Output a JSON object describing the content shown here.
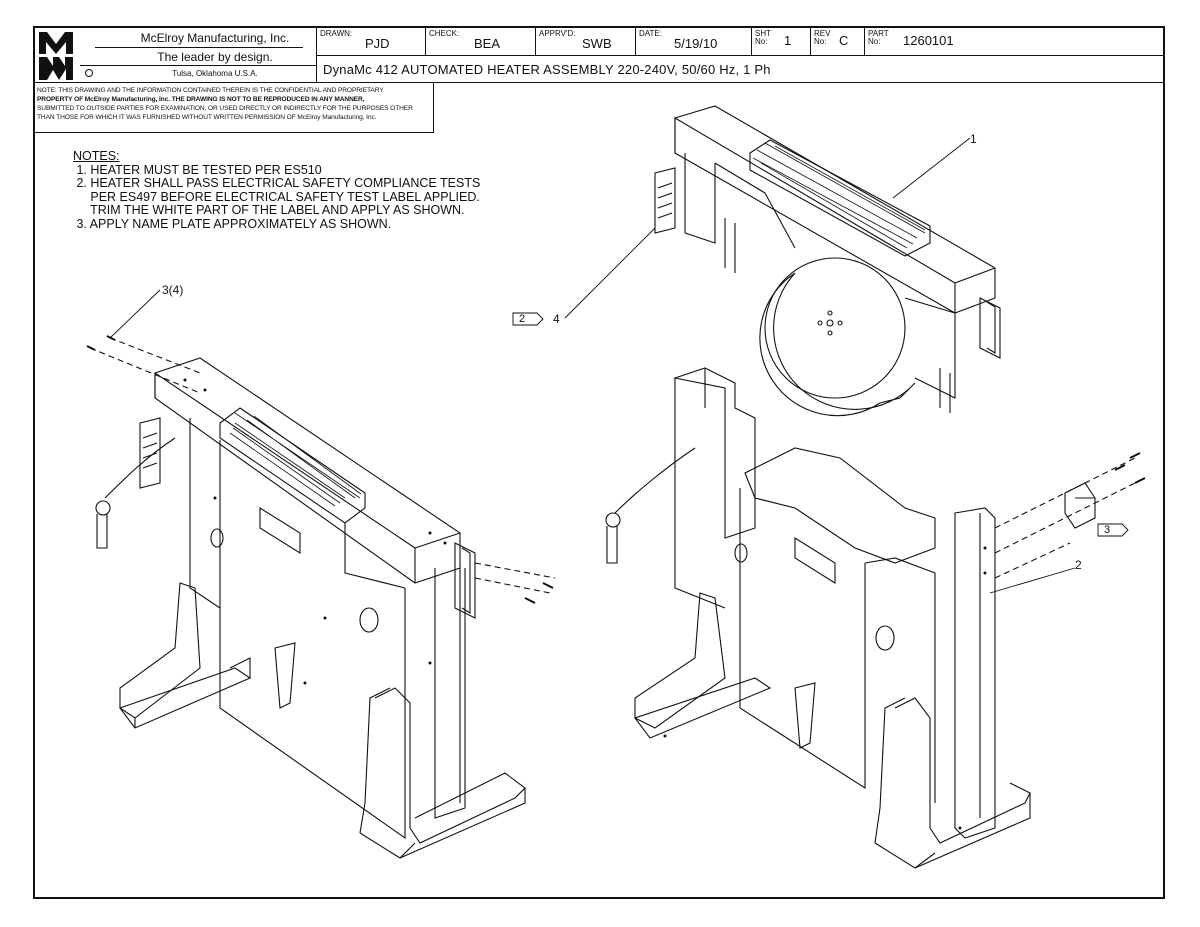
{
  "title_block": {
    "logo_text": "MMI",
    "company": "McElroy Manufacturing, Inc.",
    "tagline": "The leader by design.",
    "location": "Tulsa, Oklahoma U.S.A.",
    "drawn_label": "DRAWN:",
    "drawn_value": "PJD",
    "check_label": "CHECK:",
    "check_value": "BEA",
    "apprvd_label": "APPRV'D:",
    "apprvd_value": "SWB",
    "date_label": "DATE:",
    "date_value": "5/19/10",
    "sht_label_1": "SHT",
    "sht_label_2": "No:",
    "sht_value": "1",
    "rev_label_1": "REV",
    "rev_label_2": "No:",
    "rev_value": "C",
    "part_label_1": "PART",
    "part_label_2": "No:",
    "part_value": "1260101",
    "drawing_title": "DynaMc 412 AUTOMATED HEATER ASSEMBLY  220-240V, 50/60 Hz, 1 Ph"
  },
  "disclaimer": [
    "NOTE: THIS DRAWING AND THE INFORMATION CONTAINED THEREIN IS THE CONFIDENTIAL AND PROPRIETARY",
    "PROPERTY OF McElroy Manufacturing, Inc. THE DRAWING IS NOT TO BE REPRODUCED IN ANY MANNER,",
    "SUBMITTED TO OUTSIDE PARTIES FOR EXAMINATION, OR USED DIRECTLY OR INDIRECTLY FOR THE PURPOSES OTHER",
    "THAN THOSE FOR WHICH IT WAS FURNISHED WITHOUT WRITTEN PERMISSION OF McElroy Manufacturing, Inc."
  ],
  "notes": {
    "header": "NOTES:",
    "lines": [
      " 1. HEATER MUST BE TESTED PER ES510",
      " 2. HEATER SHALL PASS ELECTRICAL SAFETY COMPLIANCE TESTS",
      "     PER ES497 BEFORE ELECTRICAL SAFETY TEST LABEL APPLIED.",
      "     TRIM THE WHITE PART OF THE LABEL AND APPLY AS SHOWN.",
      " 3. APPLY NAME PLATE APPROXIMATELY AS SHOWN."
    ]
  },
  "callouts": {
    "item_1": "1",
    "item_2": "2",
    "item_3_qty": "3(4)",
    "item_4": "4",
    "flag_2": "2",
    "flag_3": "3"
  }
}
